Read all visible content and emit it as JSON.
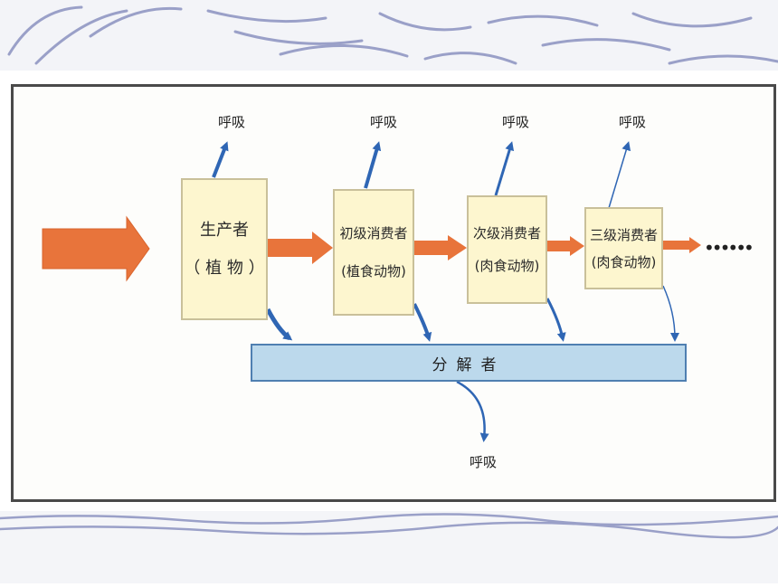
{
  "nodes": {
    "producer": {
      "name": "生产者",
      "detail": "（ 植 物 ）"
    },
    "primary": {
      "name": "初级消费者",
      "detail": "(植食动物)"
    },
    "secondary": {
      "name": "次级消费者",
      "detail": "(肉食动物)"
    },
    "tertiary": {
      "name": "三级消费者",
      "detail": "(肉食动物)"
    }
  },
  "decomposer": "分解者",
  "respiration": {
    "producer": "呼吸",
    "primary": "呼吸",
    "secondary": "呼吸",
    "tertiary": "呼吸",
    "decomposer": "呼吸"
  },
  "continuation": "••••••",
  "colors": {
    "energy_flow": "#e8743b",
    "respiration_arrow": "#2f66b4",
    "box_fill": "#fdf6cf",
    "decomposer_fill": "#bcd9ec"
  }
}
